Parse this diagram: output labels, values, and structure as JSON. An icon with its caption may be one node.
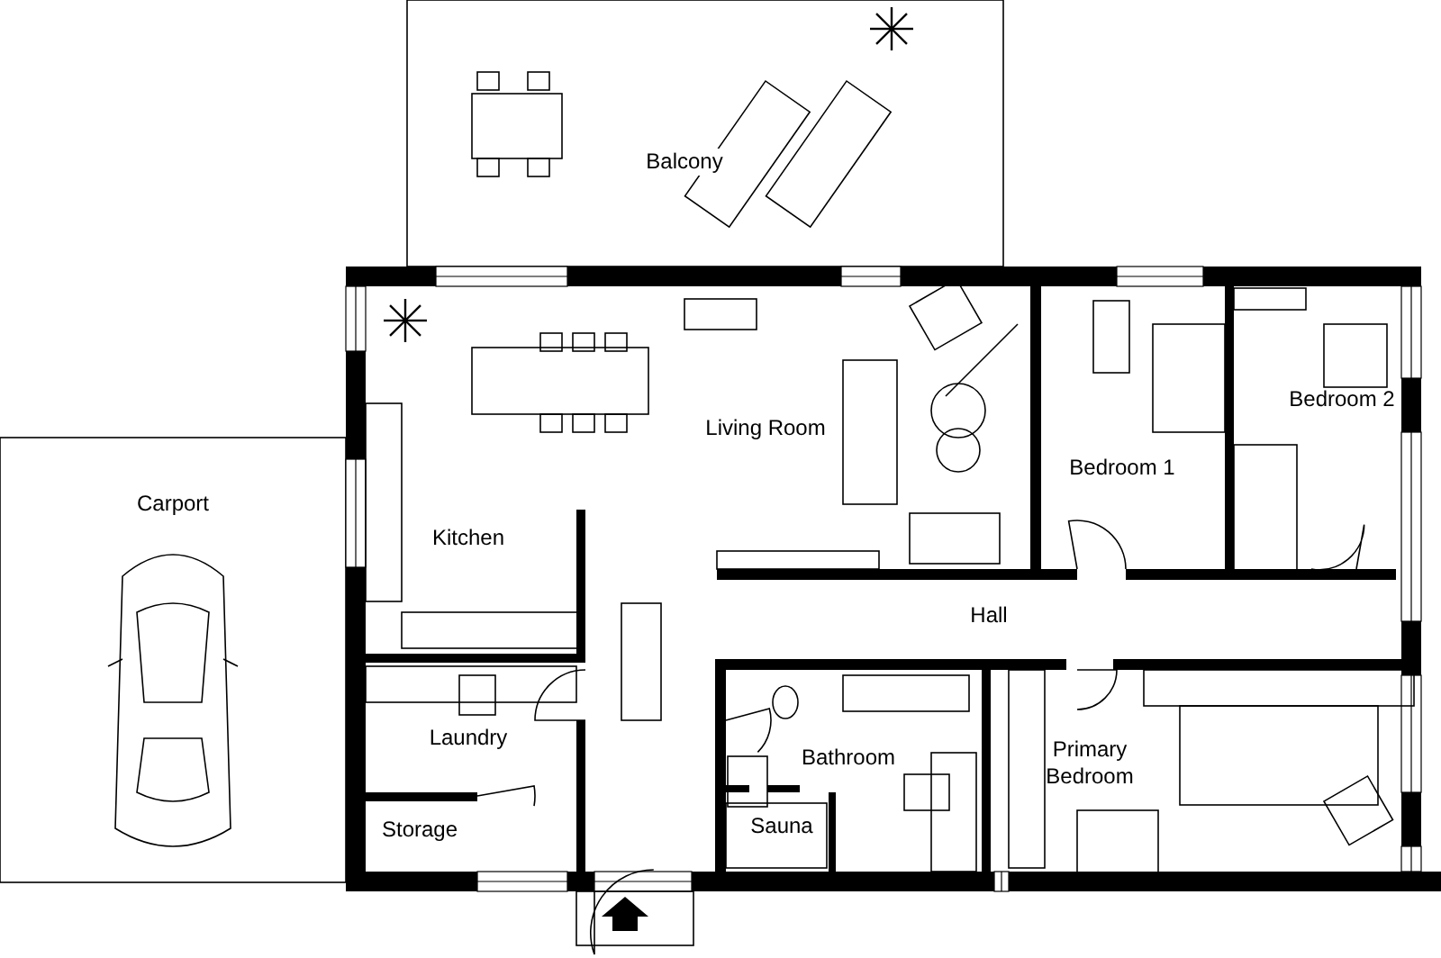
{
  "diagram": {
    "labels": [
      "Balcony",
      "Living Room",
      "Bedroom 2",
      "Bedroom 1",
      "Carport",
      "Kitchen",
      "Hall",
      "Laundry",
      "Bathroom",
      "Primary Bedroom",
      "Sauna",
      "Storage"
    ]
  }
}
